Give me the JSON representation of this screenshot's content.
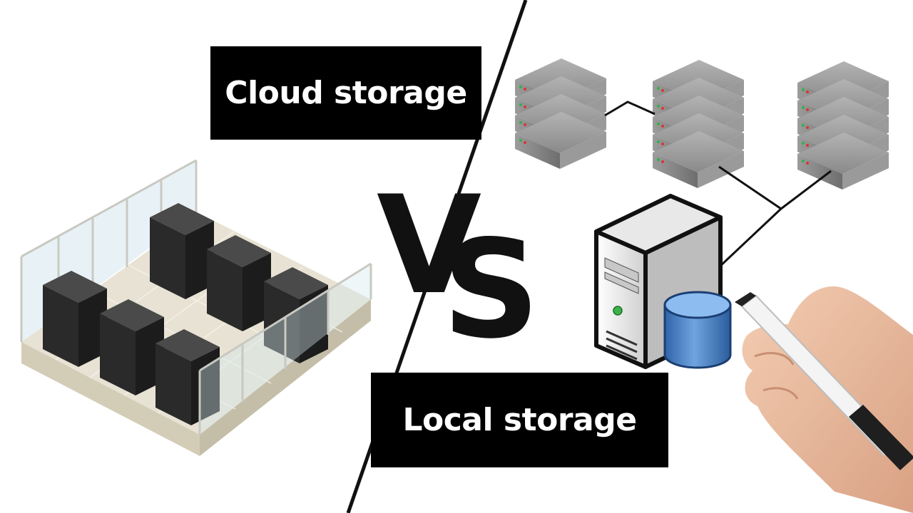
{
  "labels": {
    "cloud": "Cloud storage",
    "local": "Local storage",
    "vs_v": "V",
    "vs_s": "S"
  },
  "icons": {
    "left": "data-center-isometric-icon",
    "right": [
      "rack-server-icon",
      "tower-server-icon",
      "database-cylinder-icon",
      "hand-with-marker-icon"
    ]
  },
  "colors": {
    "background": "#ffffff",
    "label_box": "#000000",
    "label_text": "#ffffff",
    "divider": "#111111",
    "rack": "#2b2b2b",
    "server_gray": "#8c8c8c",
    "database_blue": "#4a84c9"
  }
}
